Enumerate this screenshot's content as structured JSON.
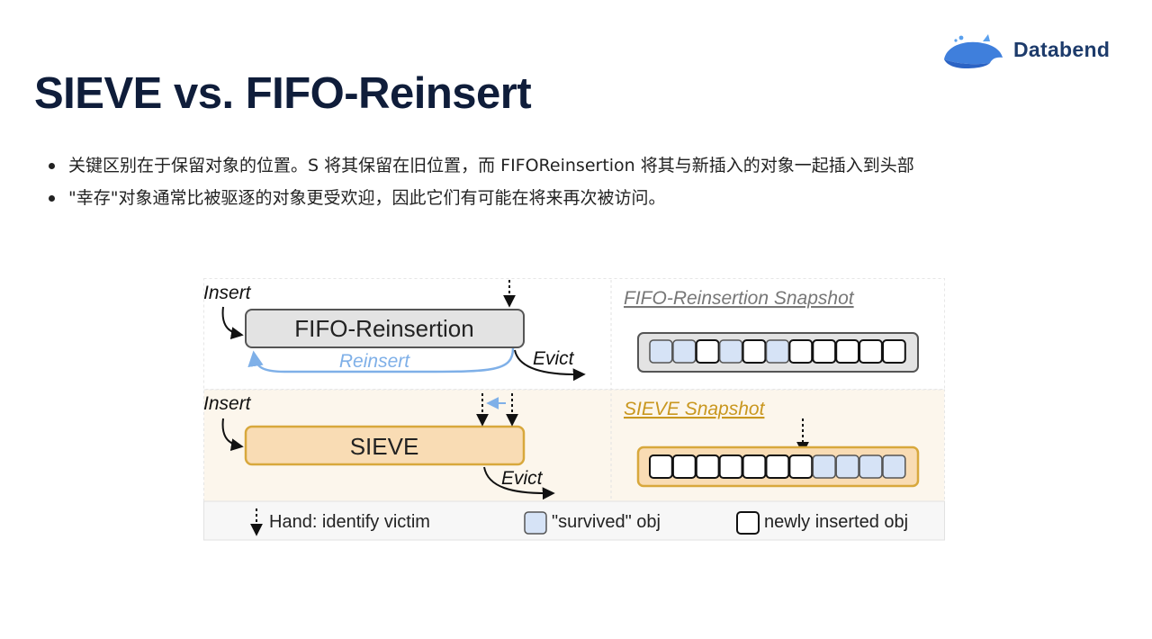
{
  "brand": {
    "logo_text": "Databend"
  },
  "slide": {
    "title": "SIEVE vs. FIFO-Reinsert",
    "bullets": [
      "关键区别在于保留对象的位置。S 将其保留在旧位置，而 FIFOReinsertion 将其与新插入的对象一起插入到头部",
      "\"幸存\"对象通常比被驱逐的对象更受欢迎，因此它们有可能在将来再次被访问。"
    ]
  },
  "diagram": {
    "fifo": {
      "insert_label": "Insert",
      "queue_label": "FIFO-Reinsertion",
      "reinsert_label": "Reinsert",
      "evict_label": "Evict",
      "snapshot_title": "FIFO-Reinsertion Snapshot",
      "snapshot_cells": [
        "survived",
        "survived",
        "new",
        "survived",
        "new",
        "survived",
        "new",
        "new",
        "new",
        "new",
        "new"
      ]
    },
    "sieve": {
      "insert_label": "Insert",
      "queue_label": "SIEVE",
      "evict_label": "Evict",
      "snapshot_title": "SIEVE Snapshot",
      "snapshot_cells": [
        "new",
        "new",
        "new",
        "new",
        "new",
        "new",
        "new",
        "survived",
        "survived",
        "survived",
        "survived"
      ]
    },
    "legend": {
      "hand": "Hand: identify victim",
      "survived": "\"survived\" obj",
      "new": "newly inserted obj"
    },
    "colors": {
      "fifo_box": "#e3e3e3",
      "sieve_box": "#f9dcb4",
      "sieve_accent": "#d8a83c",
      "survived_cell": "#d6e3f6",
      "reinsert_arrow": "#7fb0e8",
      "sieve_panel_bg": "#fcf6ec"
    }
  }
}
